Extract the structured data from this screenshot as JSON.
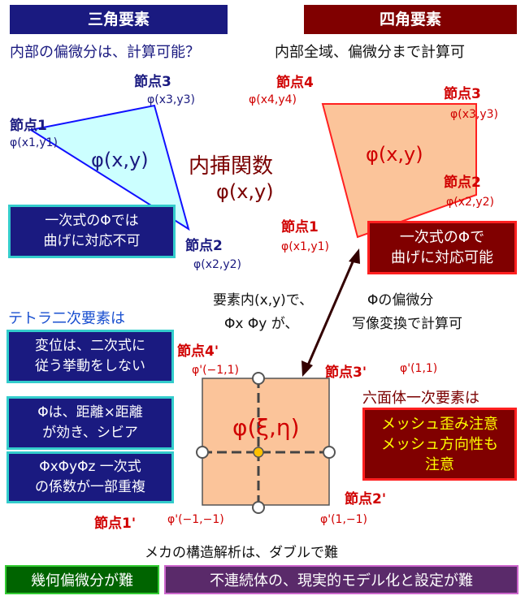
{
  "tri": {
    "header": "三角要素",
    "question": "内部の偏微分は、計算可能？",
    "node3": "節点3",
    "phi3": "φ(x3,y3)",
    "node1": "節点1",
    "phi1": "φ(x1,y1)",
    "node2": "節点2",
    "phi2": "φ(x2,y2)",
    "center": "φ(x,y)",
    "box": [
      "一次式のΦでは",
      "曲げに対応不可"
    ]
  },
  "quad": {
    "header": "四角要素",
    "note": "内部全域、偏微分まで計算可",
    "node4": "節点4",
    "phi4": "φ(x4,y4)",
    "node3": "節点3",
    "phi3": "φ(x3,y3)",
    "node2": "節点2",
    "phi2": "φ(x2,y2)",
    "node1": "節点1",
    "phi1": "φ(x1,y1)",
    "center": "φ(x,y)",
    "box": [
      "一次式のΦで",
      "曲げに対応可能"
    ]
  },
  "interp": {
    "title": "内挿関数",
    "func": "φ(x,y)"
  },
  "middle": {
    "left": [
      "要素内(x,y)で、",
      "Φx  Φy が、"
    ],
    "right": [
      "Φの偏微分",
      "写像変換で計算可"
    ]
  },
  "tetra": {
    "title": "テトラ二次要素は",
    "box1": [
      "変位は、二次式に",
      "従う挙動をしない"
    ],
    "box2": [
      "Φは、距離×距離",
      "が効き、シビア"
    ],
    "box3": [
      "ΦxΦyΦz 一次式",
      "の係数が一部重複"
    ]
  },
  "iso": {
    "node4": "節点4'",
    "phi4": "φ'(−1,1)",
    "node3": "節点3'",
    "phi3": "φ'(1,1)",
    "node2": "節点2'",
    "phi2": "φ'(1,−1)",
    "node1": "節点1'",
    "phi1": "φ'(−1,−1)",
    "center": "φ(ξ,η)"
  },
  "hex": {
    "title": "六面体一次要素は",
    "box": [
      "メッシュ歪み注意",
      "メッシュ方向性も",
      "注意"
    ]
  },
  "footer": {
    "note": "メカの構造解析は、ダブルで難",
    "left": "幾何偏微分が難",
    "right": "不連続体の、現実的モデル化と設定が難"
  },
  "colors": {
    "navy": "#1a1a80",
    "maroon": "#800000",
    "triangle_fill": "#ccffff",
    "quad_fill": "#fbc49a",
    "iso_fill": "#fbc49a",
    "cyan_border": "#33cccc",
    "footer_green": "#006400",
    "footer_purple": "#5a2a6a",
    "node_dot": "#ffc000"
  }
}
